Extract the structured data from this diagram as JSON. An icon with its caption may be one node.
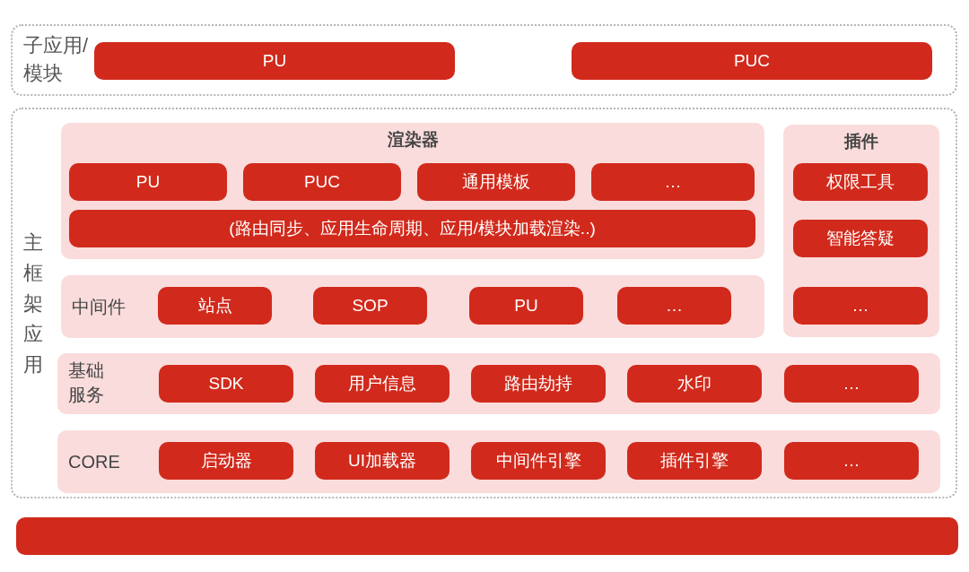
{
  "diagram": {
    "nodes": [
      {
        "text": [
          "子应用/模块"
        ]
      },
      {
        "text": [
          "PU"
        ],
        "in": 0
      },
      {
        "text": [
          "PUC"
        ],
        "in": 0
      },
      {
        "text": [
          "主框架应用"
        ]
      },
      {
        "text": [
          "渲染器"
        ],
        "in": 3
      },
      {
        "text": [
          "PU"
        ],
        "in": 4
      },
      {
        "text": [
          "PUC"
        ],
        "in": 4
      },
      {
        "text": [
          "通用模板"
        ],
        "in": 4
      },
      {
        "text": [
          "…"
        ],
        "in": 4
      },
      {
        "text": [
          "(路由同步、应用生命周期、应用/模块加载渲染..)"
        ],
        "in": 4
      },
      {
        "text": [
          "插件"
        ],
        "in": 3
      },
      {
        "text": [
          "权限工具"
        ],
        "in": 10
      },
      {
        "text": [
          "智能答疑"
        ],
        "in": 10
      },
      {
        "text": [
          "…"
        ],
        "in": 10
      },
      {
        "text": [
          "中间件"
        ],
        "in": 3
      },
      {
        "text": [
          "站点"
        ],
        "in": 14
      },
      {
        "text": [
          "SOP"
        ],
        "in": 14
      },
      {
        "text": [
          "PU"
        ],
        "in": 14
      },
      {
        "text": [
          "…"
        ],
        "in": 14
      },
      {
        "text": [
          "基础服务"
        ],
        "in": 3
      },
      {
        "text": [
          "SDK"
        ],
        "in": 19
      },
      {
        "text": [
          "用户信息"
        ],
        "in": 19
      },
      {
        "text": [
          "路由劫持"
        ],
        "in": 19
      },
      {
        "text": [
          "水印"
        ],
        "in": 19
      },
      {
        "text": [
          "…"
        ],
        "in": 19
      },
      {
        "text": [
          "CORE"
        ],
        "in": 3
      },
      {
        "text": [
          "启动器"
        ],
        "in": 25
      },
      {
        "text": [
          "UI加载器"
        ],
        "in": 25
      },
      {
        "text": [
          "中间件引擎"
        ],
        "in": 25
      },
      {
        "text": [
          "插件引擎"
        ],
        "in": 25
      },
      {
        "text": [
          "…"
        ],
        "in": 25
      },
      {
        "text": [],
        "shape": "bar"
      }
    ]
  }
}
